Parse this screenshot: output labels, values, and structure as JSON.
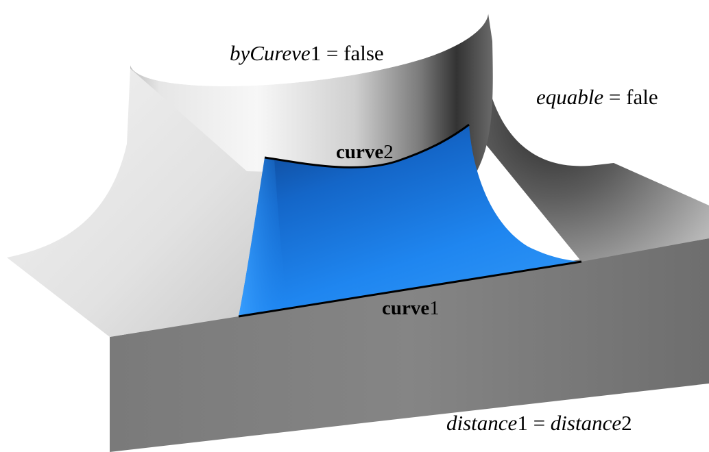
{
  "labels": {
    "by_curve": {
      "italic": "byCureve",
      "plain": "1 = false"
    },
    "equable": {
      "italic": "equable",
      "plain": " = fale"
    },
    "curve2": {
      "bold": "curve",
      "plain": "2"
    },
    "curve1": {
      "bold": "curve",
      "plain": "1"
    },
    "distance": {
      "italic1": "distance",
      "plain1": "1 = ",
      "italic2": "distance",
      "plain2": "2"
    }
  },
  "colors": {
    "fillet_surface": "#1f86f0",
    "fillet_surface_dark": "#0a4a9a",
    "block_side": "#7e7e7e",
    "block_top": "#b4b4b4",
    "cylinder_light": "#f4f4f4",
    "cylinder_dark": "#3a3a3a",
    "edge_curve": "#000000"
  }
}
